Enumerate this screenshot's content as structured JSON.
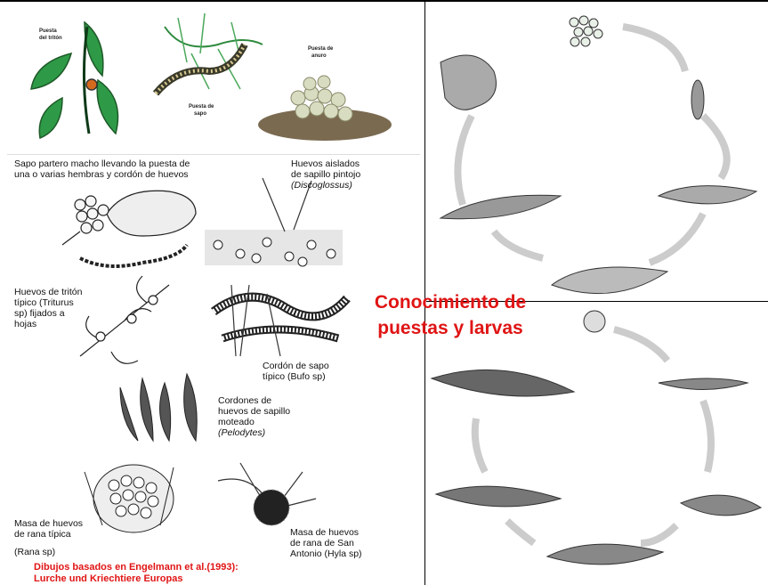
{
  "figure": {
    "title_line1": "Conocimiento de",
    "title_line2": "puestas y larvas",
    "accent_color": "#e01414",
    "tiny_labels": {
      "newt_a": "Puesta",
      "newt_b": "del tritón",
      "toad_a": "Puesta de",
      "toad_b": "sapo",
      "anuran_a": "Puesta de",
      "anuran_b": "anuro"
    },
    "captions": {
      "midwife_1": "Sapo partero macho llevando la puesta de",
      "midwife_2": "una o varias hembras y cordón de huevos",
      "disco_1": "Huevos aislados",
      "disco_2": "de sapillo pintojo",
      "disco_3": "(Discoglossus)",
      "newt_1": "Huevos de tritón",
      "newt_2": "típico (Triturus",
      "newt_3": "sp) fijados a",
      "newt_4": "hojas",
      "bufo_1": "Cordón de sapo",
      "bufo_2": "típico (Bufo sp)",
      "pelo_1": "Cordones de",
      "pelo_2": "huevos de sapillo",
      "pelo_3": "moteado",
      "pelo_4": "(Pelodytes)",
      "rana_1": "Masa de huevos",
      "rana_2": "de rana típica",
      "rana_3": "(Rana sp)",
      "hyla_1": "Masa de huevos",
      "hyla_2": "de rana de San",
      "hyla_3": "Antonio (Hyla sp)"
    },
    "credit_1": "Dibujos basados en Engelmann et al.(1993):",
    "credit_2": "Lurche und Kriechtiere Europas"
  }
}
